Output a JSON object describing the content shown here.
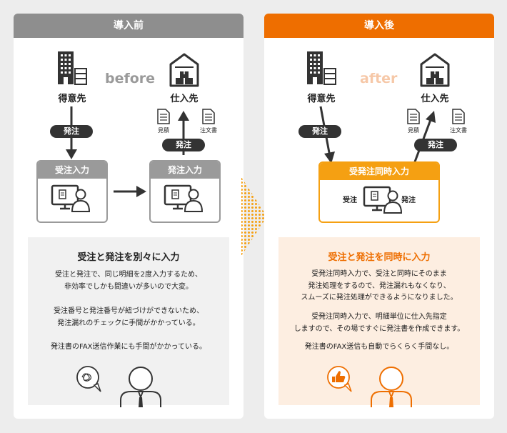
{
  "colors": {
    "accent": "#ee6e00",
    "accent_light": "#f5a012",
    "grey": "#8e8e8e"
  },
  "before_panel": {
    "header": "導入前",
    "word": "before",
    "customer_label": "得意先",
    "supplier_label": "仕入先",
    "doc_estimate_label": "見積",
    "doc_order_label": "注文書",
    "pill_order_to_customer": "発注",
    "pill_order_to_supplier": "発注",
    "box_order_entry": "受注入力",
    "box_purchase_entry": "発注入力",
    "desc_title": "受注と発注を別々に入力",
    "paragraphs": [
      [
        "受注と発注で、同じ明細を2度入力するため、",
        "非効率でしかも間違いが多いので大変。"
      ],
      [
        "受注番号と発注番号が紐づけができないため、",
        "発注漏れのチェックに手間がかかっている。"
      ],
      [
        "発注書のFAX送信作業にも手間がかかっている。"
      ]
    ]
  },
  "after_panel": {
    "header": "導入後",
    "word": "after",
    "customer_label": "得意先",
    "supplier_label": "仕入先",
    "doc_estimate_label": "見積",
    "doc_order_label": "注文書",
    "pill_order_to_customer": "発注",
    "pill_order_to_supplier": "発注",
    "box_simultaneous_entry": "受発注同時入力",
    "side_receive": "受注",
    "side_order": "発注",
    "desc_title": "受注と発注を同時に入力",
    "paragraphs": [
      [
        "受発注同時入力で、受注と同時にそのまま",
        "発注処理をするので、発注漏れもなくなり、",
        "スムーズに発注処理ができるようになりました。"
      ],
      [
        "受発注同時入力で、明細単位に仕入先指定",
        "しますので、その場ですぐに発注書を作成できます。"
      ],
      [
        "発注書のFAX送信も自動でらくらく手間なし。"
      ]
    ]
  }
}
